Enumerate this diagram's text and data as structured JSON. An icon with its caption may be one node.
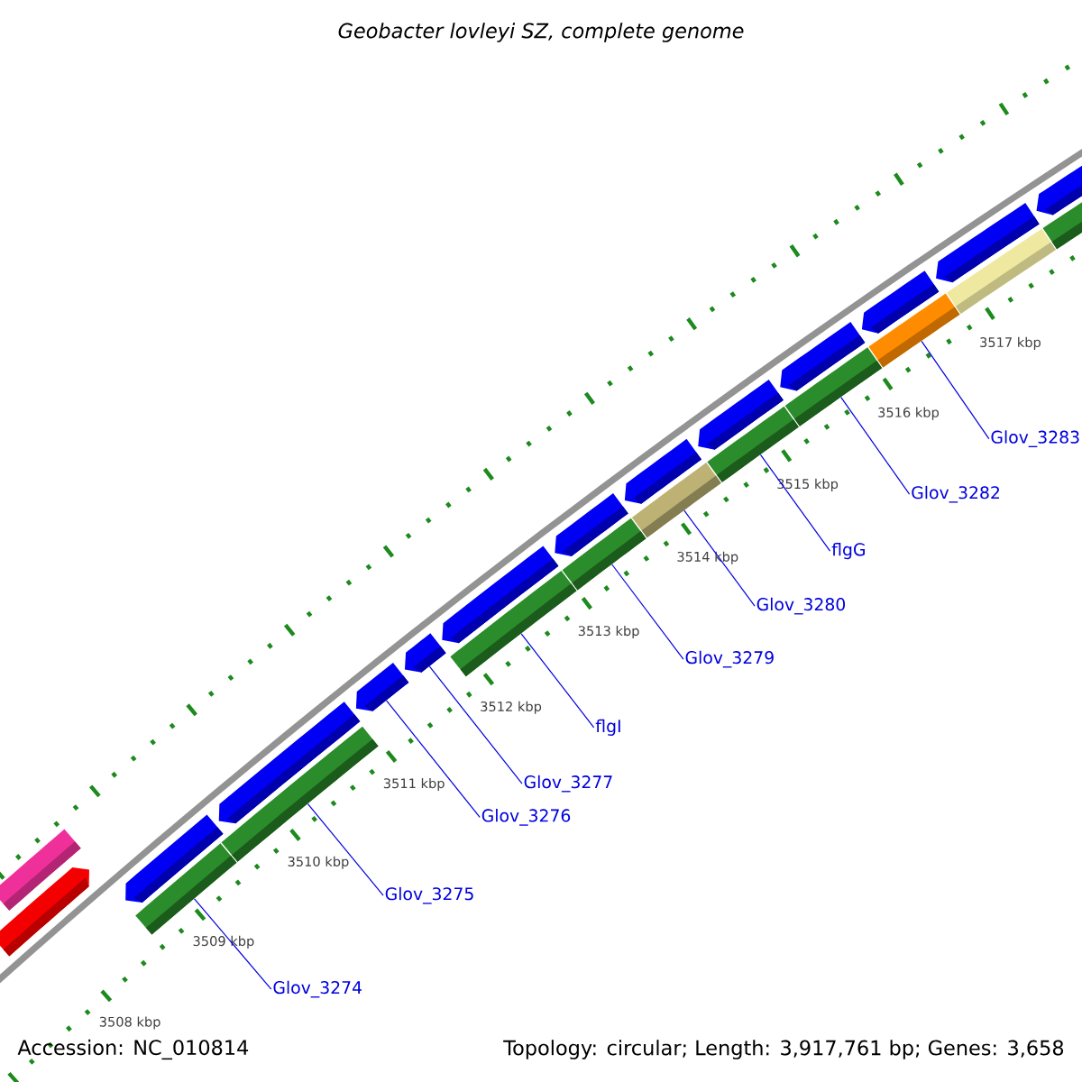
{
  "diagram": {
    "title": "Geobacter lovleyi SZ, complete genome",
    "nodes": [
      {
        "text": [
          "Glov_3274"
        ]
      },
      {
        "text": [
          "Glov_3275"
        ]
      },
      {
        "text": [
          "Glov_3276"
        ]
      },
      {
        "text": [
          "Glov_3277"
        ]
      },
      {
        "text": [
          "flgI"
        ]
      },
      {
        "text": [
          "Glov_3279"
        ]
      },
      {
        "text": [
          "Glov_3280"
        ]
      },
      {
        "text": [
          "flgG"
        ]
      },
      {
        "text": [
          "Glov_3282"
        ]
      },
      {
        "text": [
          "Glov_3283"
        ]
      },
      {
        "text": [],
        "shape": "bar"
      },
      {
        "text": [],
        "shape": "bar"
      },
      {
        "text": [],
        "shape": "bar"
      },
      {
        "text": [],
        "shape": "bar"
      },
      {
        "text": [],
        "shape": "bar"
      },
      {
        "text": [],
        "shape": "bar"
      },
      {
        "text": [],
        "shape": "bar"
      },
      {
        "text": [],
        "shape": "bar"
      },
      {
        "text": [],
        "shape": "bar"
      },
      {
        "text": [],
        "shape": "bar"
      },
      {
        "text": [],
        "shape": "bar"
      },
      {
        "text": [],
        "shape": "bar"
      },
      {
        "text": [],
        "shape": "bar"
      },
      {
        "text": [],
        "shape": "bar"
      },
      {
        "text": [],
        "shape": "bar"
      },
      {
        "text": [],
        "shape": "bar"
      },
      {
        "text": [],
        "shape": "bar"
      },
      {
        "text": [],
        "shape": "bar"
      },
      {
        "text": [],
        "shape": "bar"
      },
      {
        "text": [],
        "shape": "bar"
      },
      {
        "text": [],
        "shape": "bar"
      },
      {
        "text": [],
        "shape": "bar"
      },
      {
        "text": [],
        "shape": "bar"
      },
      {
        "text": [],
        "shape": "bar"
      }
    ],
    "edges": [
      {
        "from": 0,
        "to": 24,
        "arrow": "none"
      },
      {
        "from": 1,
        "to": 25,
        "arrow": "none"
      },
      {
        "from": 2,
        "to": 14,
        "arrow": "none"
      },
      {
        "from": 3,
        "to": 15,
        "arrow": "none"
      },
      {
        "from": 4,
        "to": 26,
        "arrow": "none"
      },
      {
        "from": 5,
        "to": 27,
        "arrow": "none"
      },
      {
        "from": 6,
        "to": 28,
        "arrow": "none"
      },
      {
        "from": 7,
        "to": 29,
        "arrow": "none"
      },
      {
        "from": 8,
        "to": 30,
        "arrow": "none"
      },
      {
        "from": 9,
        "to": 31,
        "arrow": "none"
      }
    ],
    "labels": [
      "3508 kbp",
      "3509 kbp",
      "3510 kbp",
      "3511 kbp",
      "3512 kbp",
      "3513 kbp",
      "3514 kbp",
      "3515 kbp",
      "3516 kbp",
      "3517 kbp",
      "Accession: NC_010814",
      "Topology: circular; Length: 3,917,761 bp; Genes: 3,658"
    ]
  }
}
